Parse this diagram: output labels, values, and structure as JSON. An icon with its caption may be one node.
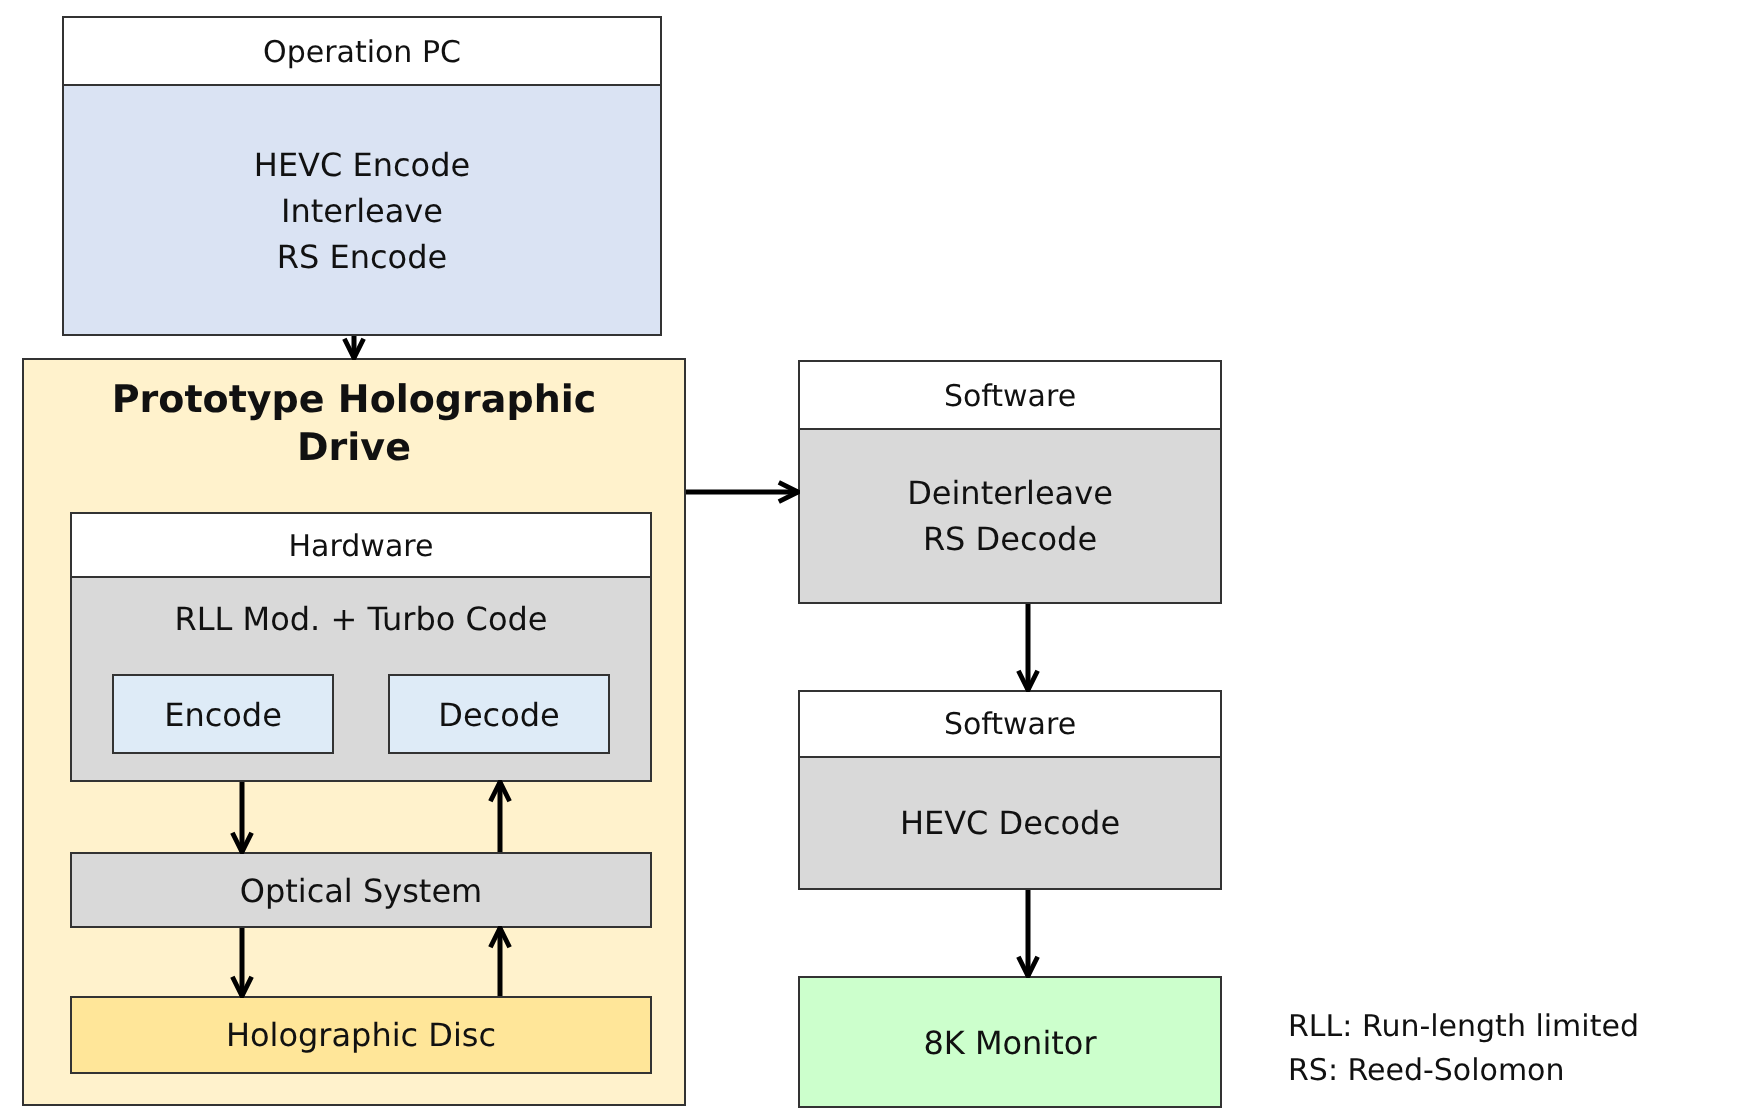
{
  "diagram": {
    "nodes": [
      {
        "text": [
          "Operation PC",
          "HEVC Encode",
          "Interleave",
          "RS Encode"
        ]
      },
      {
        "text": [
          "Prototype Holographic Drive"
        ]
      },
      {
        "text": [
          "Hardware",
          "RLL Mod. + Turbo Code"
        ],
        "in": 1
      },
      {
        "text": [
          "Encode"
        ],
        "in": 2
      },
      {
        "text": [
          "Decode"
        ],
        "in": 2
      },
      {
        "text": [
          "Optical System"
        ],
        "in": 1
      },
      {
        "text": [
          "Holographic Disc"
        ],
        "in": 1
      },
      {
        "text": [
          "Software",
          "Deinterleave",
          "RS Decode"
        ]
      },
      {
        "text": [
          "Software",
          "HEVC Decode"
        ]
      },
      {
        "text": [
          "8K Monitor"
        ]
      }
    ],
    "edges": [
      {
        "from": 0,
        "to": 1,
        "arrow": "to"
      },
      {
        "from": 1,
        "to": 7,
        "arrow": "to"
      },
      {
        "from": 2,
        "to": 5,
        "arrow": "to"
      },
      {
        "from": 5,
        "to": 2,
        "arrow": "to"
      },
      {
        "from": 5,
        "to": 6,
        "arrow": "to"
      },
      {
        "from": 6,
        "to": 5,
        "arrow": "to"
      },
      {
        "from": 7,
        "to": 8,
        "arrow": "to"
      },
      {
        "from": 8,
        "to": 9,
        "arrow": "to"
      }
    ],
    "labels": [
      "RLL: Run-length limited",
      "RS: Reed-Solomon"
    ]
  }
}
